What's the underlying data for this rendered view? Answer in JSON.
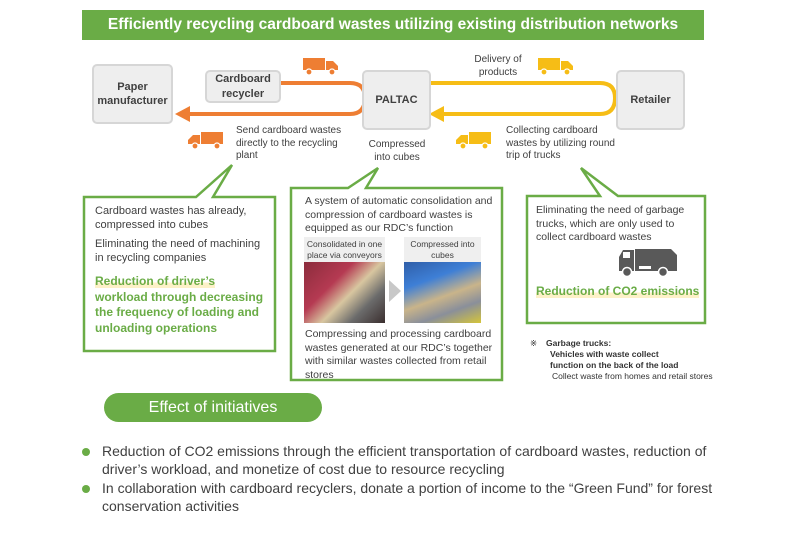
{
  "title": "Efficiently recycling cardboard wastes utilizing existing distribution networks",
  "colors": {
    "green": "#6aac46",
    "orange": "#ee7e33",
    "yellow": "#f6bd16",
    "node_fill": "#eeeeee",
    "truck_gray": "#595959"
  },
  "nodes": {
    "paper_manufacturer": "Paper\nmanufacturer",
    "cardboard_recycler": "Cardboard\nrecycler",
    "paltac": "PALTAC",
    "retailer": "Retailer"
  },
  "flow_labels": {
    "send_wastes": "Send cardboard wastes directly to the recycling plant",
    "compressed": "Compressed into cubes",
    "delivery": "Delivery of products",
    "collecting": "Collecting cardboard wastes by utilizing round trip of trucks"
  },
  "icons": {
    "truck_orange": "truck-icon",
    "truck_yellow": "truck-icon",
    "garbage_truck": "garbage-truck-icon",
    "bullet": "bullet-dot-icon",
    "note_mark": "※"
  },
  "callouts": {
    "left": {
      "line1": "Cardboard wastes has already, compressed into cubes",
      "line2": "Eliminating the need of machining in recycling companies",
      "highlight_first": "Reduction of driver’s",
      "highlight_rest": "workload through decreasing the frequency of loading and unloading operations"
    },
    "middle": {
      "intro": "A system of automatic consolidation and compression of cardboard wastes is equipped as our RDC’s function",
      "photo1_caption": "Consolidated in one place via conveyors",
      "photo2_caption": "Compressed into cubes",
      "outro": "Compressing and processing cardboard wastes generated at our RDC’s together with similar wastes collected from retail stores"
    },
    "right": {
      "text": "Eliminating the need of garbage trucks, which are only used to collect cardboard wastes",
      "highlight": "Reduction of CO2 emissions"
    }
  },
  "footnote": {
    "mark": "※",
    "title": "Garbage trucks:",
    "line1": "Vehicles with waste collect",
    "line2": "function on the back of the load",
    "line3": "Collect waste from homes and retail stores"
  },
  "effects": {
    "heading": "Effect of initiatives",
    "bullets": [
      "Reduction of CO2 emissions through the efficient transportation of cardboard wastes, reduction of driver’s workload, and monetize of cost due to resource recycling",
      "In collaboration with cardboard recyclers, donate a portion of income to the “Green Fund” for forest conservation activities"
    ]
  }
}
